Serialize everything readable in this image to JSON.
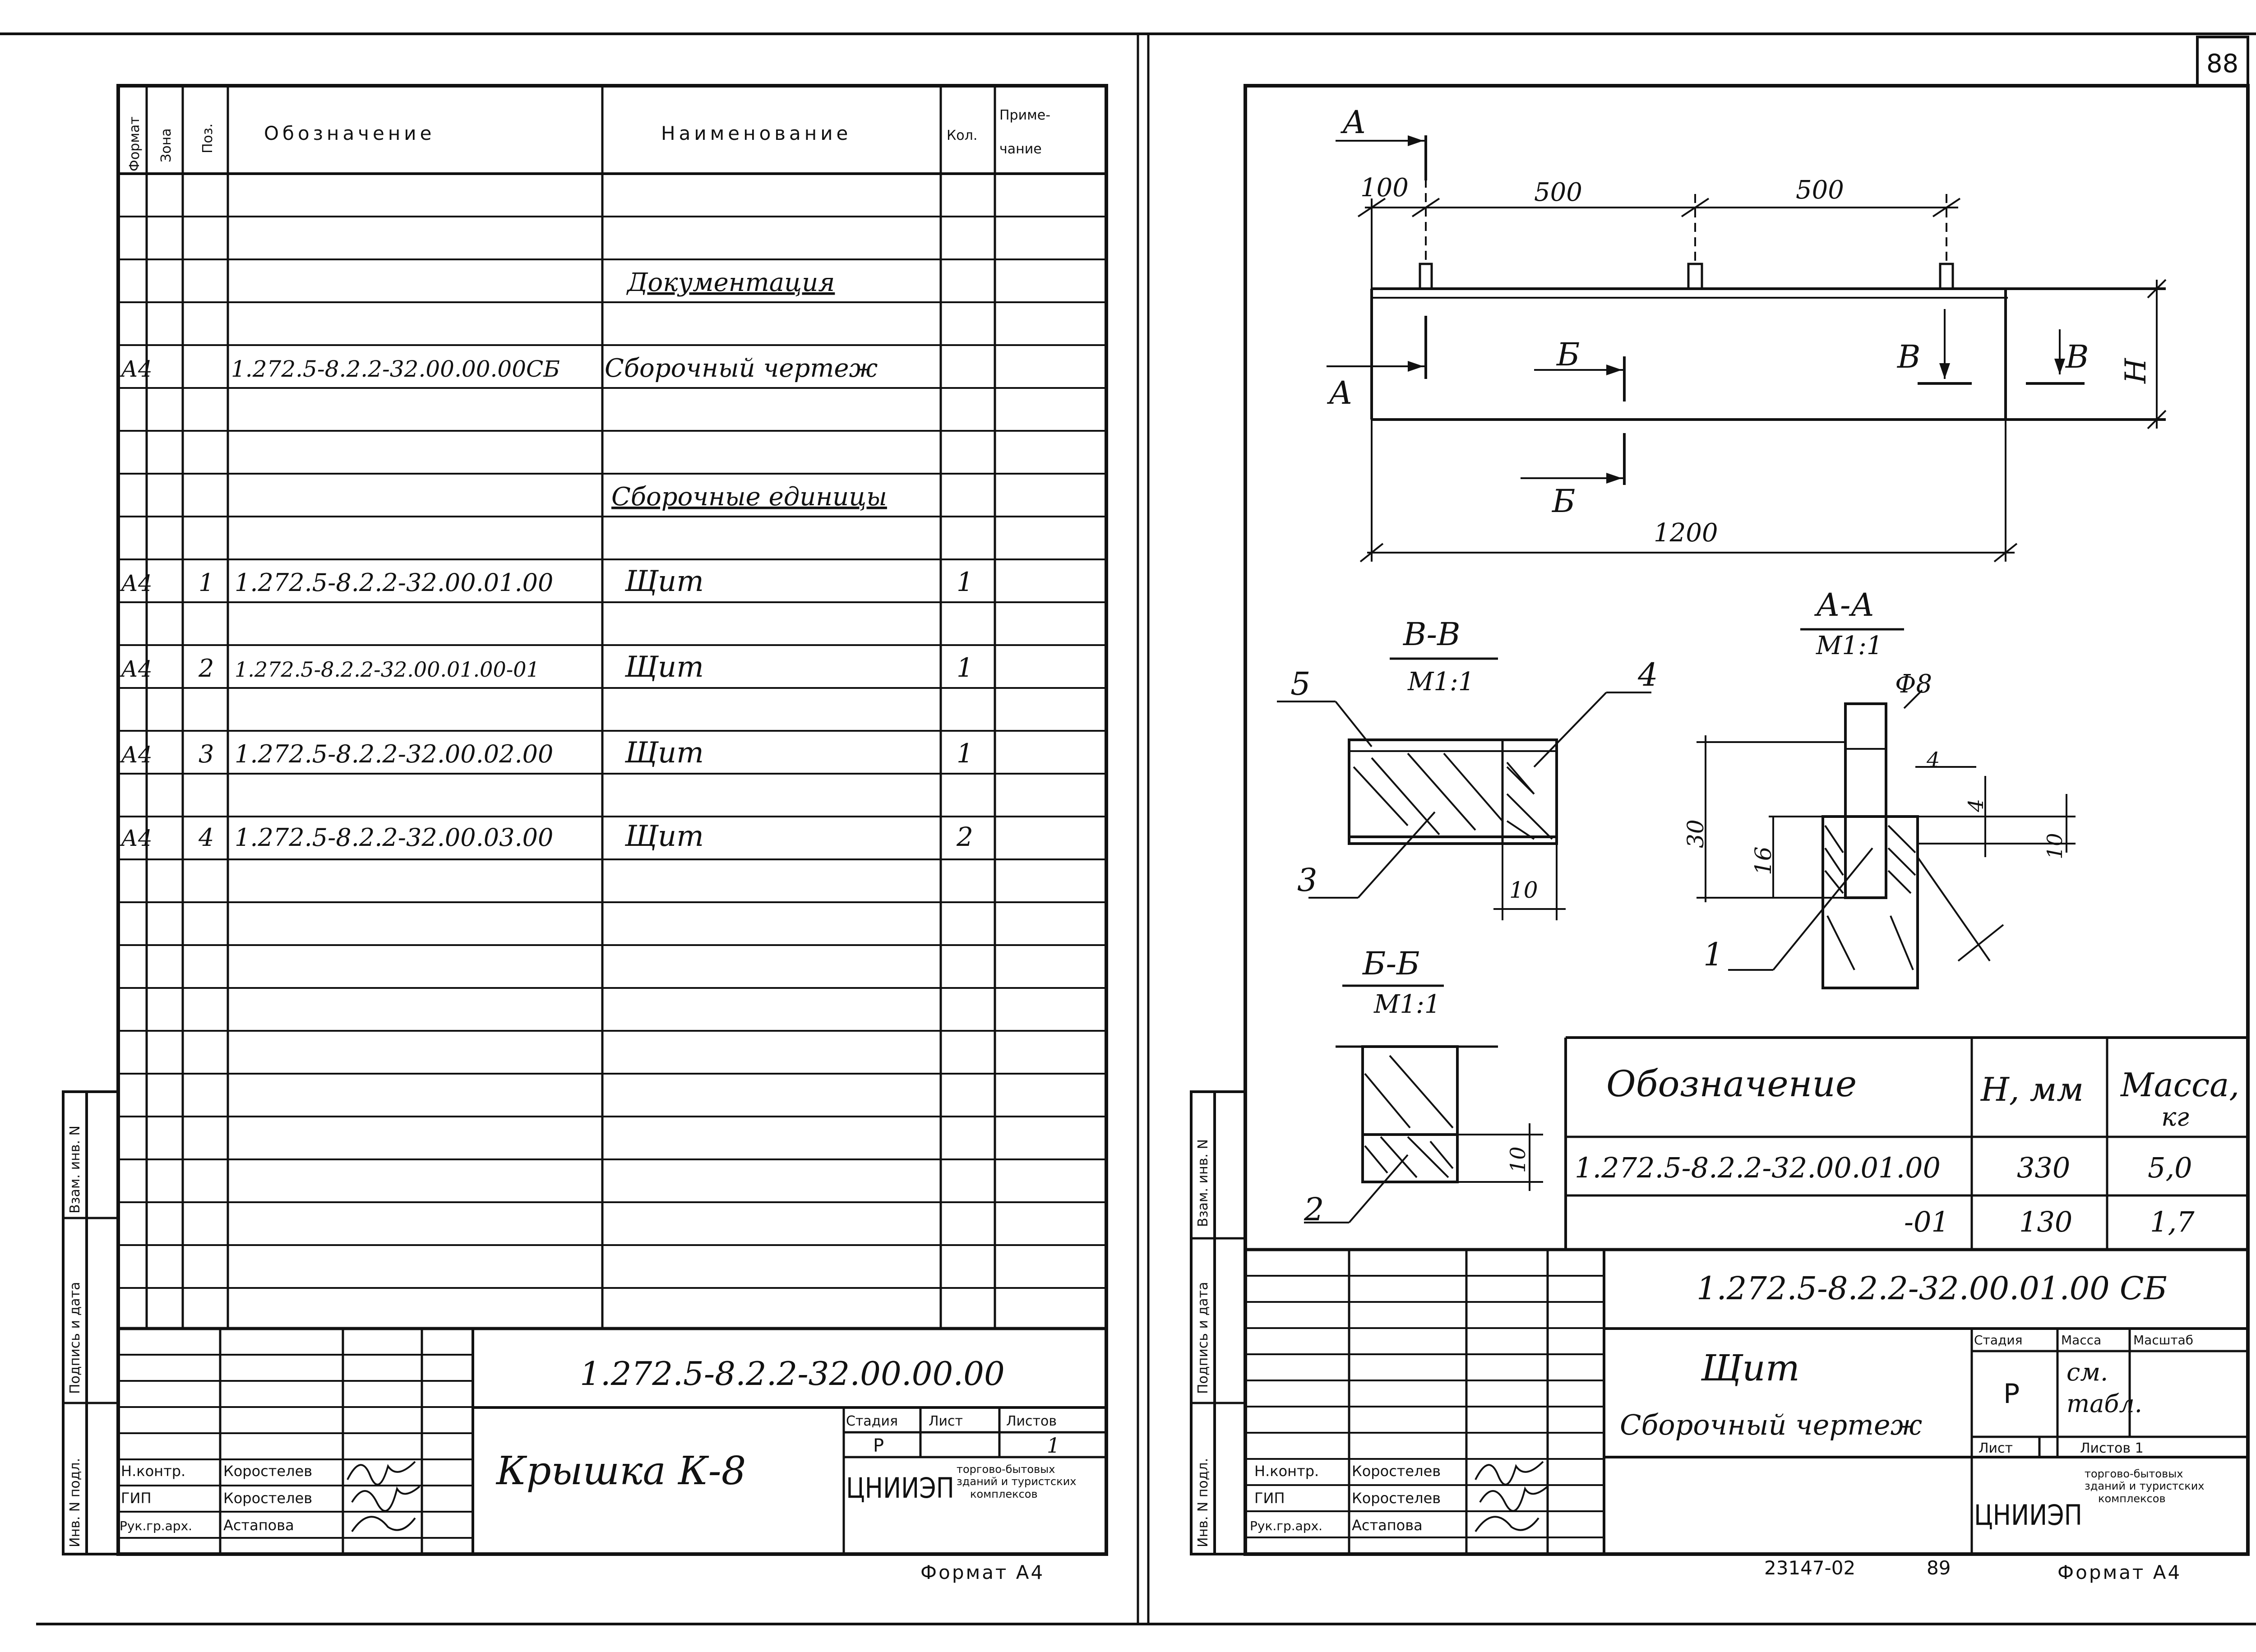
{
  "sheet_number": "88",
  "left_sheet": {
    "side_labels": [
      "Инв. N подл.",
      "Подпись и дата",
      "Взам. инв. N"
    ],
    "headers": [
      "Формат",
      "Зона",
      "Поз.",
      "Обозначение",
      "Наименование",
      "Кол.",
      "Приме-",
      "чание"
    ],
    "section_documentation": "Документация",
    "doc_row": {
      "format": "А4",
      "designation": "1.272.5-8.2.2-32.00.00.00СБ",
      "name": "Сборочный чертеж"
    },
    "section_units": "Сборочные единицы",
    "rows": [
      {
        "format": "А4",
        "pos": "1",
        "designation": "1.272.5-8.2.2-32.00.01.00",
        "name": "Щит",
        "qty": "1"
      },
      {
        "format": "А4",
        "pos": "2",
        "designation": "1.272.5-8.2.2-32.00.01.00-01",
        "name": "Щит",
        "qty": "1"
      },
      {
        "format": "А4",
        "pos": "3",
        "designation": "1.272.5-8.2.2-32.00.02.00",
        "name": "Щит",
        "qty": "1"
      },
      {
        "format": "А4",
        "pos": "4",
        "designation": "1.272.5-8.2.2-32.00.03.00",
        "name": "Щит",
        "qty": "2"
      }
    ],
    "title_block": {
      "code": "1.272.5-8.2.2-32.00.00.00",
      "name": "Крышка К-8",
      "stage_label": "Стадия",
      "sheet_label": "Лист",
      "sheets_label": "Листов",
      "stage": "Р",
      "sheets": "1",
      "roles": [
        "Н.контр.",
        "ГИП",
        "Рук.гр.арх."
      ],
      "people": [
        "Коростелев",
        "Коростелев",
        "Астапова"
      ],
      "org_logo": "ЦНИИЭП",
      "org_name": [
        "торгово-бытовых",
        "зданий и туристских",
        "комплексов"
      ]
    },
    "format": "Формат А4"
  },
  "right_sheet": {
    "side_labels": [
      "Инв. N подл.",
      "Подпись и дата",
      "Взам. инв. N"
    ],
    "drawing": {
      "dims": [
        "100",
        "500",
        "500",
        "1200",
        "Н"
      ],
      "section_marks": [
        "А",
        "А",
        "Б",
        "Б",
        "В",
        "В"
      ],
      "views": [
        {
          "title": "В-В",
          "scale": "М1:1"
        },
        {
          "title": "А-А",
          "scale": "М1:1"
        },
        {
          "title": "Б-Б",
          "scale": "М1:1"
        }
      ],
      "vv_dims": [
        "10"
      ],
      "aa_dims": [
        "Ф8",
        "30",
        "16",
        "4",
        "4",
        "10"
      ],
      "bb_dims": [
        "10"
      ],
      "callouts": [
        "5",
        "4",
        "3",
        "1",
        "2"
      ]
    },
    "table": {
      "headers": [
        "Обозначение",
        "Н, мм",
        "Масса,",
        "кг"
      ],
      "rows": [
        {
          "designation": "1.272.5-8.2.2-32.00.01.00",
          "h": "330",
          "mass": "5,0"
        },
        {
          "designation": "-01",
          "h": "130",
          "mass": "1,7"
        }
      ]
    },
    "title_block": {
      "code": "1.272.5-8.2.2-32.00.01.00 СБ",
      "name": "Щит",
      "subname": "Сборочный чертеж",
      "stage_label": "Стадия",
      "mass_label": "Масса",
      "scale_label": "Масштаб",
      "stage": "Р",
      "mass": "см.",
      "mass2": "табл.",
      "sheet_label": "Лист",
      "sheets_label": "Листов 1",
      "roles": [
        "Н.контр.",
        "ГИП",
        "Рук.гр.арх."
      ],
      "people": [
        "Коростелев",
        "Коростелев",
        "Астапова"
      ],
      "org_logo": "ЦНИИЭП",
      "org_name": [
        "торгово-бытовых",
        "зданий и туристских",
        "комплексов"
      ]
    },
    "footer_code": "23147-02",
    "footer_page": "89",
    "format": "Формат А4"
  }
}
